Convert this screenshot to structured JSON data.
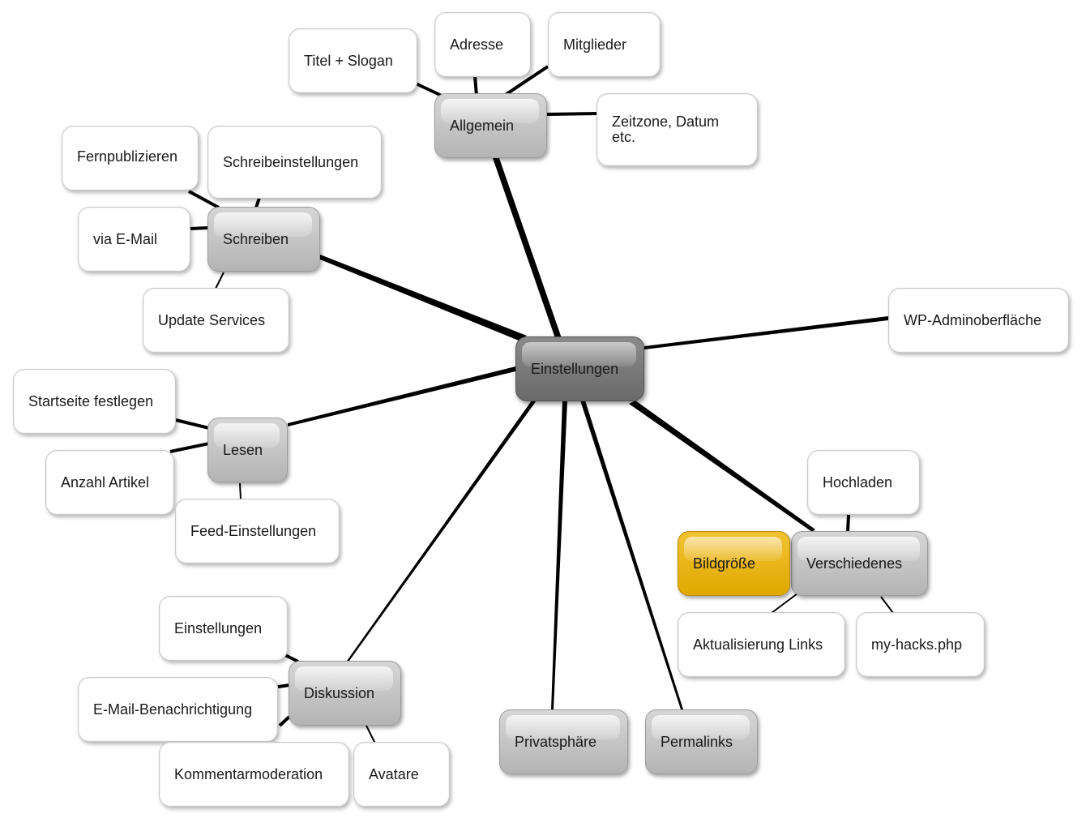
{
  "root": {
    "id": "einstellungen",
    "label": "Einstellungen"
  },
  "categories": [
    {
      "id": "allgemein",
      "label": "Allgemein"
    },
    {
      "id": "schreiben",
      "label": "Schreiben"
    },
    {
      "id": "lesen",
      "label": "Lesen"
    },
    {
      "id": "diskussion",
      "label": "Diskussion"
    },
    {
      "id": "privatsphaere",
      "label": "Privatsphäre"
    },
    {
      "id": "permalinks",
      "label": "Permalinks"
    },
    {
      "id": "verschiedenes",
      "label": "Verschiedenes"
    }
  ],
  "leaves": [
    {
      "id": "titel-slogan",
      "label": "Titel + Slogan",
      "parent": "allgemein"
    },
    {
      "id": "adresse",
      "label": "Adresse",
      "parent": "allgemein"
    },
    {
      "id": "mitglieder",
      "label": "Mitglieder",
      "parent": "allgemein"
    },
    {
      "id": "zeitzone",
      "label": "Zeitzone, Datum\netc.",
      "parent": "allgemein"
    },
    {
      "id": "fernpublizieren",
      "label": "Fernpublizieren",
      "parent": "schreiben"
    },
    {
      "id": "schreibeinstellungen",
      "label": "Schreibeinstellungen",
      "parent": "schreiben"
    },
    {
      "id": "via-email",
      "label": "via E-Mail",
      "parent": "schreiben"
    },
    {
      "id": "update-services",
      "label": "Update Services",
      "parent": "schreiben"
    },
    {
      "id": "startseite",
      "label": "Startseite festlegen",
      "parent": "lesen"
    },
    {
      "id": "anzahl-artikel",
      "label": "Anzahl Artikel",
      "parent": "lesen"
    },
    {
      "id": "feed-einstellungen",
      "label": "Feed-Einstellungen",
      "parent": "lesen"
    },
    {
      "id": "disk-einstellungen",
      "label": "Einstellungen",
      "parent": "diskussion"
    },
    {
      "id": "email-benachrichtigung",
      "label": "E-Mail-Benachrichtigung",
      "parent": "diskussion"
    },
    {
      "id": "kommentarmoderation",
      "label": "Kommentarmoderation",
      "parent": "diskussion"
    },
    {
      "id": "avatare",
      "label": "Avatare",
      "parent": "diskussion"
    },
    {
      "id": "hochladen",
      "label": "Hochladen",
      "parent": "verschiedenes"
    },
    {
      "id": "bildgroesse",
      "label": "Bildgröße",
      "parent": "verschiedenes",
      "highlight": true
    },
    {
      "id": "aktualisierung-links",
      "label": "Aktualisierung Links",
      "parent": "verschiedenes"
    },
    {
      "id": "my-hacks",
      "label": "my-hacks.php",
      "parent": "verschiedenes"
    },
    {
      "id": "wp-admin",
      "label": "WP-Adminoberfläche",
      "parent": "einstellungen"
    }
  ],
  "colors": {
    "line": "#000000",
    "highlight": "#e8b400",
    "category": "#c4c4c4",
    "center": "#7a7a7a",
    "leaf": "#ffffff"
  }
}
